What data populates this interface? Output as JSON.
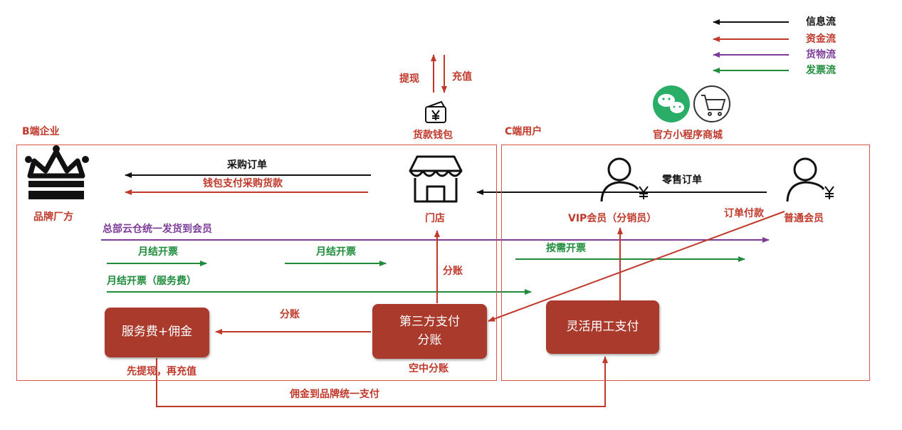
{
  "colors": {
    "info": "#111111",
    "funds": "#c0392b",
    "goods": "#7d3c98",
    "invoice": "#1e8c3a",
    "box_fill": "#a93a2c",
    "frame": "#d9534f",
    "wechat": "#2aae67"
  },
  "legend": [
    {
      "label": "信息流",
      "color": "#111111"
    },
    {
      "label": "资金流",
      "color": "#c0392b"
    },
    {
      "label": "货物流",
      "color": "#7d3c98"
    },
    {
      "label": "发票流",
      "color": "#1e8c3a"
    }
  ],
  "sections": {
    "b_side": "B端企业",
    "c_side": "C端用户"
  },
  "nodes": {
    "brand": "品牌厂方",
    "store": "门店",
    "wallet": "货款钱包",
    "vip": "VIP会员（分销员）",
    "member": "普通会员",
    "mini_program": "官方小程序商城",
    "service_fee_box": "服务费+佣金",
    "third_party_line1": "第三方支付",
    "third_party_line2": "分账",
    "flex_pay": "灵活用工支付"
  },
  "labels": {
    "withdraw": "提现",
    "recharge": "充值",
    "purchase_order": "采购订单",
    "wallet_pay": "钱包支付采购货款",
    "retail_order": "零售订单",
    "order_pay": "订单付款",
    "cloud_ship": "总部云仓统一发货到会员",
    "monthly_invoice_1": "月结开票",
    "monthly_invoice_2": "月结开票",
    "monthly_invoice_service": "月结开票（服务费）",
    "on_demand_invoice": "按需开票",
    "split_up": "分账",
    "split_left": "分账",
    "aerial_split": "空中分账",
    "withdraw_then_recharge": "先提现，再充值",
    "commission_unified": "佣金到品牌统一支付"
  },
  "icons": {
    "brand": "crown-icon",
    "store": "storefront-icon",
    "wallet": "yen-wallet-icon",
    "vip": "person-yen-icon",
    "member": "person-yen-icon",
    "wechat": "wechat-icon",
    "cart": "shopping-cart-icon"
  }
}
